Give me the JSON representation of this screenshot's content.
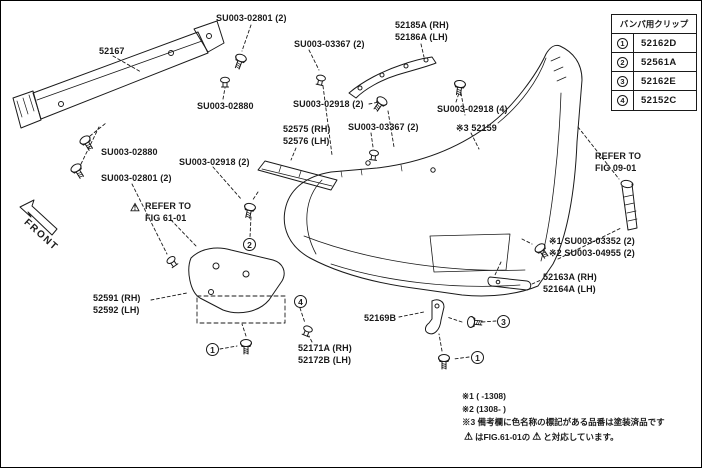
{
  "parts": {
    "su003_02801_a": "SU003-02801 (2)",
    "su003_02801_b": "SU003-02801 (2)",
    "p52167": "52167",
    "su003_03367_a": "SU003-03367 (2)",
    "su003_03367_b": "SU003-03367 (2)",
    "p52185a": "52185A (RH)",
    "p52186a": "52186A (LH)",
    "su003_02880_a": "SU003-02880",
    "su003_02880_b": "SU003-02880",
    "su003_02918_2a": "SU003-02918 (2)",
    "su003_02918_2b": "SU003-02918 (2)",
    "su003_02918_4": "SU003-02918 (4)",
    "p52159": "※3 52159",
    "p52575": "52575 (RH)",
    "p52576": "52576 (LH)",
    "p52163a": "52163A (RH)",
    "p52164a": "52164A (LH)",
    "p52591": "52591 (RH)",
    "p52592": "52592 (LH)",
    "p52169b": "52169B",
    "p52171a": "52171A (RH)",
    "p52172b": "52172B (LH)",
    "note1_part": "※1 SU003-03352 (2)",
    "note2_part": "※2 SU003-04955 (2)"
  },
  "refer": {
    "refer_to": "REFER TO",
    "fig_61": "FIG 61-01",
    "fig_09": "FIG 09-01"
  },
  "front_label": "FRONT",
  "callouts": {
    "c1": "1",
    "c2": "2",
    "c3": "3",
    "c4": "4"
  },
  "clip_table": {
    "title": "バンパ用クリップ",
    "rows": [
      {
        "num": "1",
        "part": "52162D"
      },
      {
        "num": "2",
        "part": "52561A"
      },
      {
        "num": "3",
        "part": "52162E"
      },
      {
        "num": "4",
        "part": "52152C"
      }
    ]
  },
  "footnotes": {
    "n1": "※1 (      -1308)",
    "n2": "※2 (1308-      )",
    "n3": "※3 備考欄に色名称の標記がある品番は塗装済品です",
    "n4_pre": "はFIG.61-01の",
    "n4_post": "と対応しています。",
    "warning_icon": "⚠"
  },
  "colors": {
    "ink": "#1a1a1a",
    "background": "#ffffff"
  }
}
